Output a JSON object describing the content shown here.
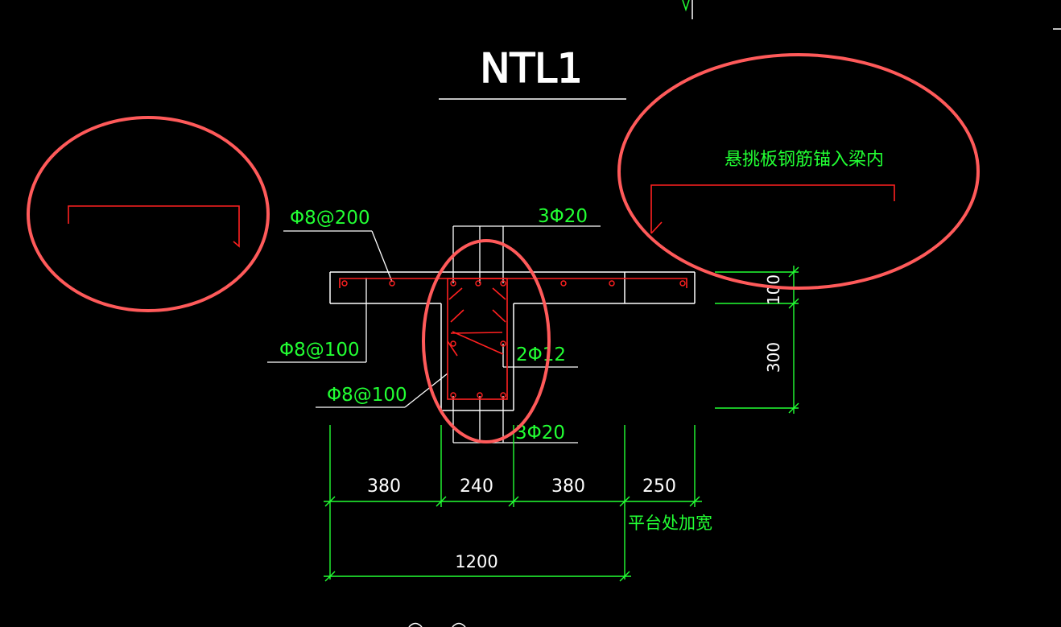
{
  "title": "NTL1",
  "notes": {
    "cantilever_anchor": "悬挑板钢筋锚入梁内",
    "platform_widen": "平台处加宽"
  },
  "rebar_labels": {
    "slab": "Φ8@200",
    "top_bars": "3Φ20",
    "stirrup_outer": "Φ8@100",
    "side_bars": "2Φ12",
    "stirrup_inner": "Φ8@100",
    "bottom_bars": "3Φ20"
  },
  "dimensions": {
    "bottom_segments": [
      "380",
      "240",
      "380",
      "250"
    ],
    "bottom_total": "1200",
    "right_upper": "100",
    "right_lower": "300"
  },
  "colors": {
    "background": "#000000",
    "outline": "#ffffff",
    "rebar": "#ff2020",
    "dimension": "#22ff33",
    "annotation_circle": "#ff5a5a"
  }
}
